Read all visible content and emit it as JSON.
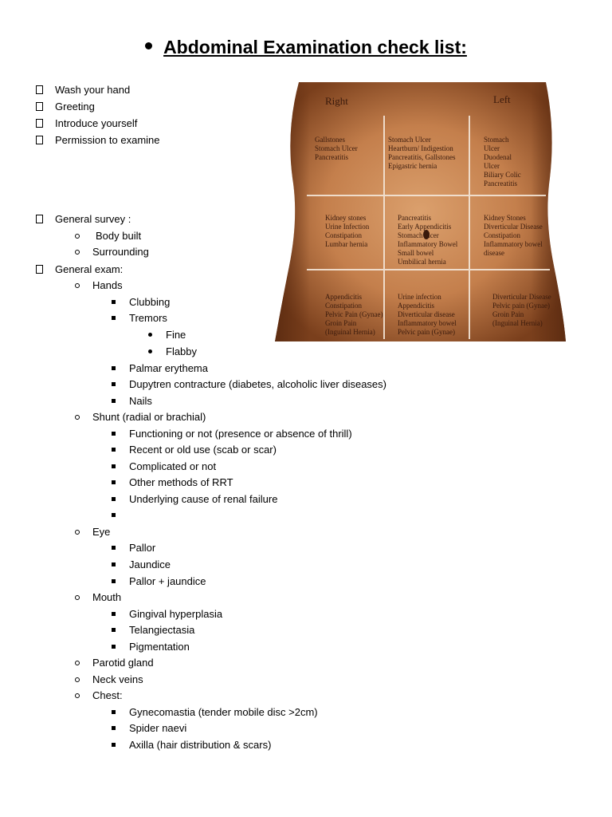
{
  "title": "Abdominal Examination check list:",
  "intro": [
    "Wash your hand",
    "Greeting",
    "Introduce yourself",
    "Permission to examine"
  ],
  "general_survey": {
    "label": "General survey :",
    "items": [
      "Body built",
      "Surrounding"
    ]
  },
  "general_exam": {
    "label": "General exam:",
    "hands": {
      "label": "Hands",
      "clubbing": "Clubbing",
      "tremors": "Tremors",
      "tremor_types": [
        "Fine",
        "Flabby"
      ],
      "others": [
        "Palmar erythema",
        "Dupytren contracture (diabetes,  alcoholic liver diseases)",
        "Nails"
      ]
    },
    "shunt": {
      "label": "Shunt (radial or brachial)",
      "items": [
        "Functioning or not (presence or absence of thrill)",
        "Recent or old use (scab or scar)",
        "Complicated or not",
        "Other methods of RRT",
        "Underlying cause of renal failure",
        ""
      ]
    },
    "eye": {
      "label": "Eye",
      "items": [
        "Pallor",
        "Jaundice",
        "Pallor + jaundice"
      ]
    },
    "mouth": {
      "label": "Mouth",
      "items": [
        "Gingival hyperplasia",
        "Telangiectasia",
        "Pigmentation"
      ]
    },
    "parotid": "Parotid gland",
    "neck_veins": "Neck veins",
    "chest": {
      "label": "Chest:",
      "items": [
        "Gynecomastia (tender mobile disc >2cm)",
        "Spider naevi",
        "Axilla (hair distribution & scars)"
      ]
    }
  },
  "image": {
    "right": "Right",
    "left": "Left",
    "regions": {
      "r1c1": [
        "Gallstones",
        "Stomach Ulcer",
        "Pancreatitis"
      ],
      "r1c2": [
        "Stomach Ulcer",
        "Heartburn/ Indigestion",
        "Pancreatitis, Gallstones",
        "Epigastric hernia"
      ],
      "r1c3": [
        "Stomach",
        "Ulcer",
        "Duodenal",
        "Ulcer",
        "Biliary Colic",
        "Pancreatitis"
      ],
      "r2c1": [
        "Kidney stones",
        "Urine Infection",
        "Constipation",
        "Lumbar hernia"
      ],
      "r2c2": [
        "Pancreatitis",
        "Early Appendicitis",
        "Stomach ulcer",
        "Inflammatory Bowel",
        "Small bowel",
        "Umbilical hernia"
      ],
      "r2c3": [
        "Kidney Stones",
        "Diverticular Disease",
        "Constipation",
        "Inflammatory bowel",
        "disease"
      ],
      "r3c1": [
        "Appendicitis",
        "Constipation",
        "Pelvic Pain (Gynae)",
        "Groin Pain",
        "(Inguinal Hernia)"
      ],
      "r3c2": [
        "Urine infection",
        "Appendicitis",
        "Diverticular disease",
        "Inflammatory bowel",
        "Pelvic pain (Gynae)"
      ],
      "r3c3": [
        "Diverticular Disease",
        "Pelvic pain (Gynae)",
        "Groin Pain",
        "(Inguinal Hernia)"
      ]
    },
    "colors": {
      "skin_light": "#d79866",
      "skin_dark": "#7a3f1c",
      "grid": "#f4e6d8",
      "text": "#3a1a0c"
    }
  }
}
